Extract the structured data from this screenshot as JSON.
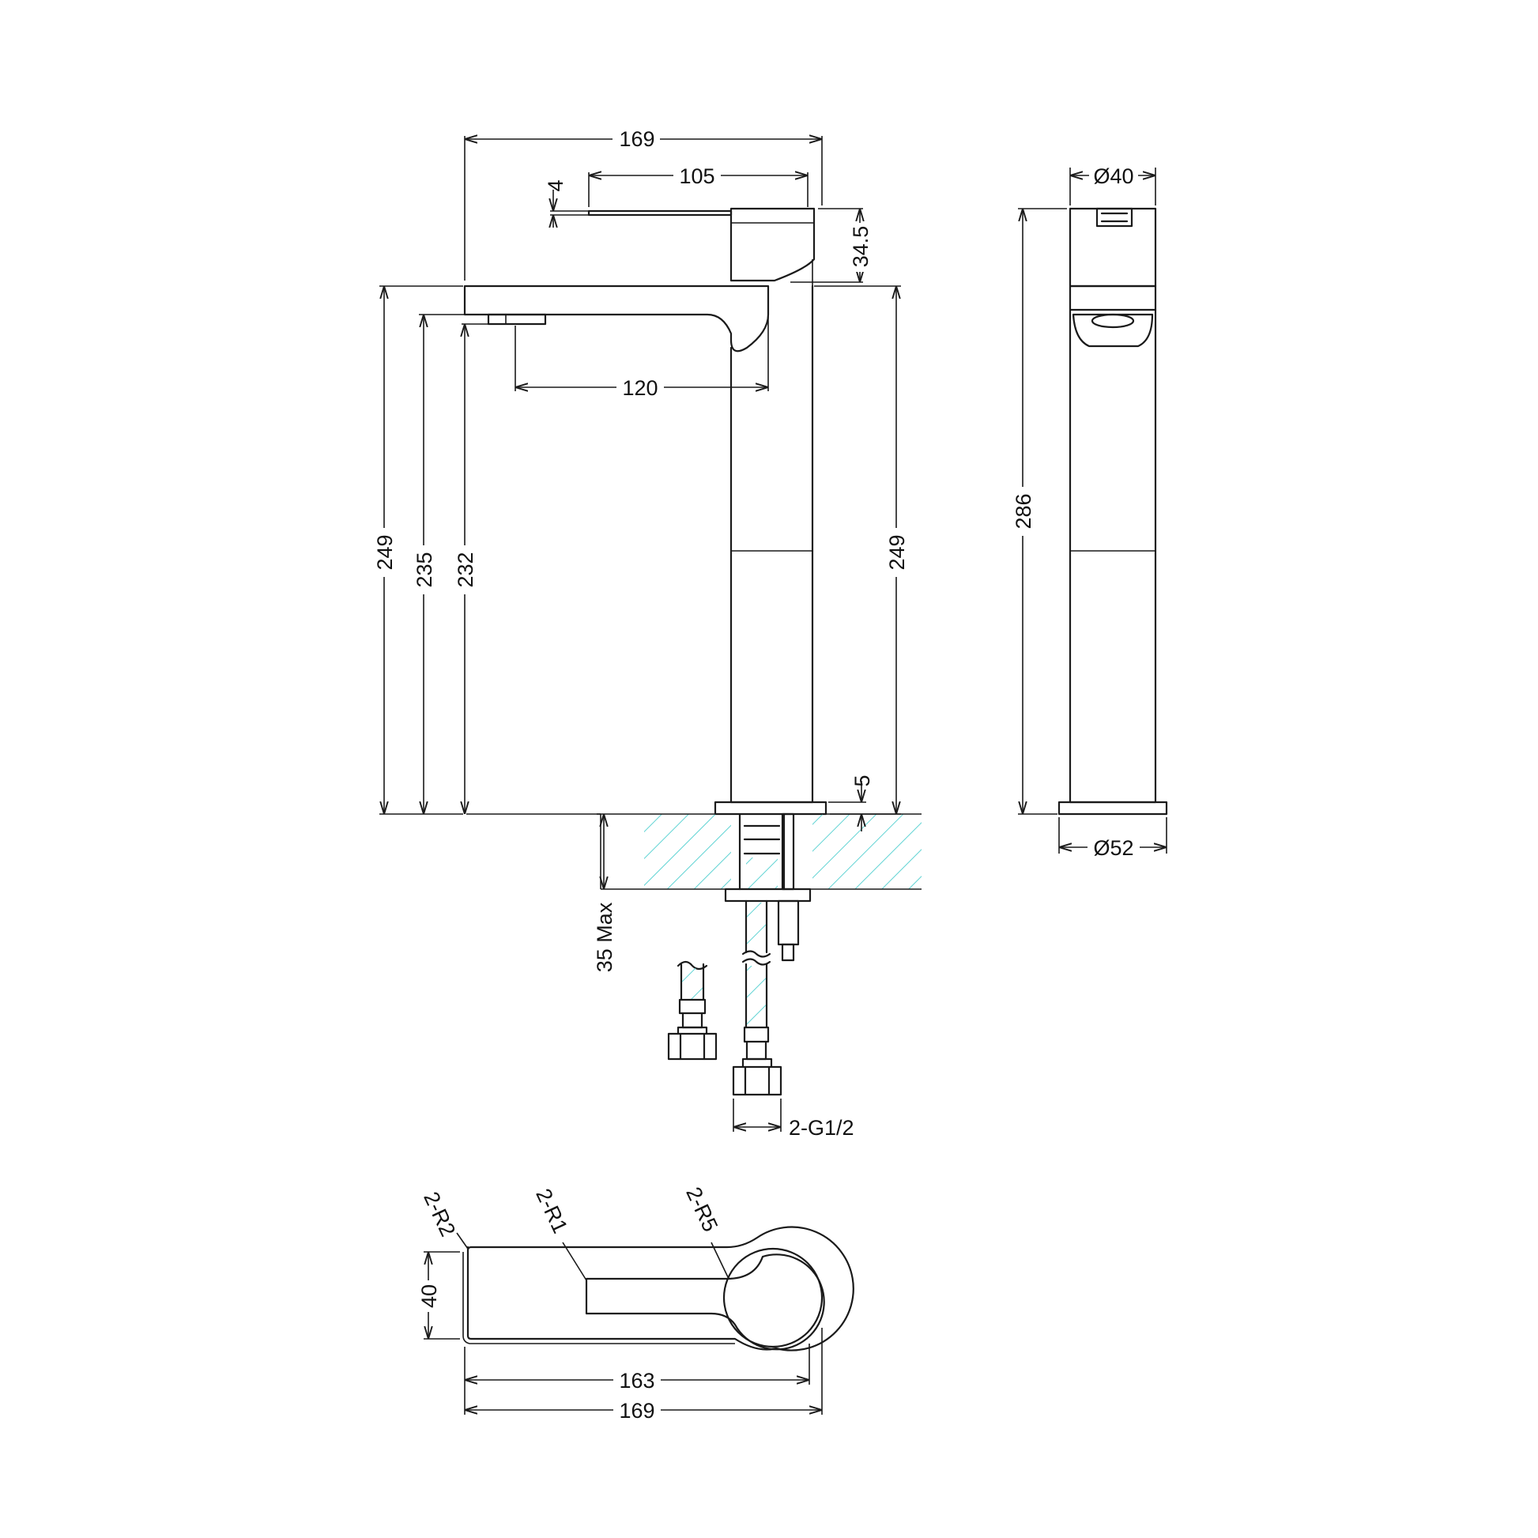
{
  "colors": {
    "line": "#1a1a1a",
    "hatch": "#5fd3d3",
    "background": "#ffffff"
  },
  "front_view": {
    "dims": {
      "overall_width": "169",
      "lever_length": "105",
      "lever_thickness": "4",
      "lever_height": "34.5",
      "spout_reach": "120",
      "height_left_outer": "249",
      "height_spout_top": "235",
      "height_spout_outlet": "232",
      "height_right": "249",
      "base_plate": "5",
      "deck_thickness": "35 Max",
      "connector": "2-G1/2"
    }
  },
  "side_view": {
    "dims": {
      "body_diameter": "Ø40",
      "overall_height": "286",
      "base_diameter": "Ø52"
    }
  },
  "plan_view": {
    "dims": {
      "spout_width": "40",
      "inner_length": "163",
      "overall_length": "169",
      "radius_corner": "2-R2",
      "radius_slot": "2-R1",
      "radius_lever": "2-R5"
    }
  }
}
